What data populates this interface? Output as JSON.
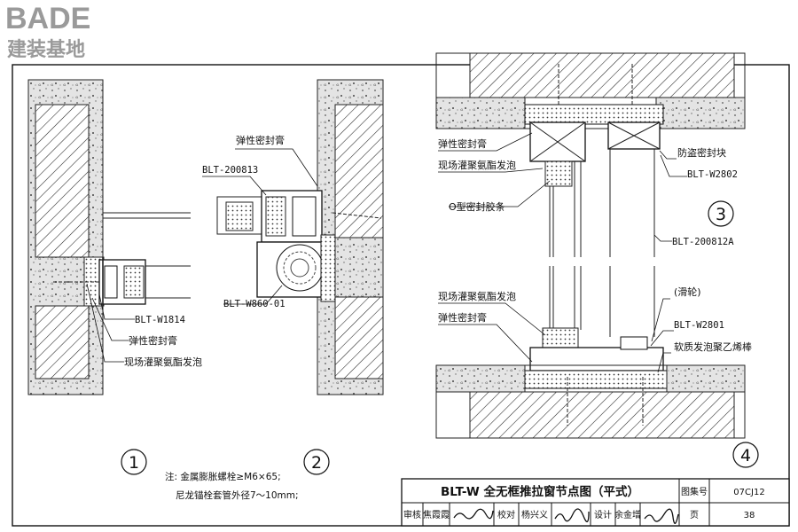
{
  "logo": {
    "brand": "BADE",
    "subtitle": "建装基地"
  },
  "labels": {
    "sealant_d2": "弹性密封膏",
    "profile_200813": "BLT-200813",
    "profile_w860": "BLT-W860-01",
    "profile_w1814": "BLT-W1814",
    "sealant_d1": "弹性密封膏",
    "foam_d1": "现场灌聚氨酯发泡",
    "sealant_d3": "弹性密封膏",
    "foam_d3": "现场灌聚氨酯发泡",
    "oring_d3": "O型密封胶条",
    "antitheft": "防盗密封块",
    "profile_w2802": "BLT-W2802",
    "profile_200812a": "BLT-200812A",
    "foam_d4": "现场灌聚氨酯发泡",
    "sealant_d4": "弹性密封膏",
    "roller": "(滑轮)",
    "profile_w2801": "BLT-W2801",
    "pe_rod": "软质发泡聚乙烯棒"
  },
  "detail_numbers": {
    "d1": "1",
    "d2": "2",
    "d3": "3",
    "d4": "4"
  },
  "note": {
    "line1": "注: 金属膨胀螺栓≥M6×65;",
    "line2": "尼龙锚栓套管外径7～10mm;"
  },
  "title_block": {
    "title": "BLT-W 全无框推拉窗节点图（平式）",
    "atlas_label": "图集号",
    "atlas_no": "07CJ12",
    "review_label": "审核",
    "review_name": "焦霞霞",
    "check_label": "校对",
    "check_name": "杨兴义",
    "design_label": "设计",
    "design_name": "余金增",
    "page_label": "页",
    "page_no": "38"
  }
}
